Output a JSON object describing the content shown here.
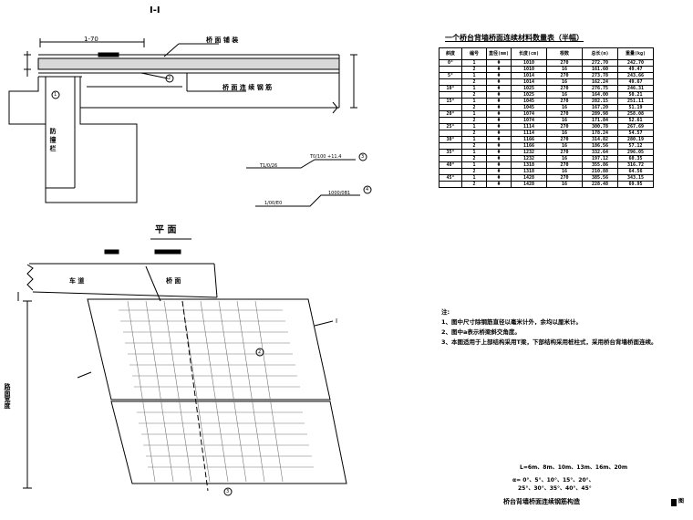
{
  "views": {
    "section_title": "I-I",
    "plan_title": "平 面",
    "section_labels": {
      "top_pavement": "桥 面 铺 装",
      "deck_joint": "桥 面 连 续 钢 筋",
      "vertical_label": "防 撞 栏",
      "dim_top": "1-70",
      "slope_1": "T1/0/26",
      "slope_1b": "T0/100 +11.4",
      "slope_2": "1/00/E0",
      "slope_2b": "1000/0B1",
      "callout_1": "1",
      "callout_2": "2",
      "callout_3": "3",
      "callout_4": "4"
    },
    "plan_labels": {
      "left_region": "车 道",
      "right_region": "桥 面",
      "section_mark": "I",
      "total_dim": "路面宽度",
      "callout_a": "2",
      "callout_b": "3"
    }
  },
  "table": {
    "title": "一个桥台背墙桥面连续材料数量表（半幅）",
    "headers": [
      "斜度",
      "编号",
      "直径(mm)",
      "长度(cm)",
      "根数",
      "总长(m)",
      "重量(kg)"
    ],
    "rows": [
      [
        "0°",
        "1",
        "Φ",
        "1010",
        "270",
        "272.70",
        "242.70"
      ],
      [
        "",
        "2",
        "Φ",
        "1010",
        "16",
        "161.60",
        "49.47"
      ],
      [
        "5°",
        "1",
        "Φ",
        "1014",
        "270",
        "273.78",
        "243.66"
      ],
      [
        "",
        "2",
        "Φ",
        "1014",
        "16",
        "162.24",
        "49.67"
      ],
      [
        "10°",
        "1",
        "Φ",
        "1025",
        "270",
        "276.75",
        "246.31"
      ],
      [
        "",
        "2",
        "Φ",
        "1025",
        "16",
        "164.00",
        "50.21"
      ],
      [
        "15°",
        "1",
        "Φ",
        "1045",
        "270",
        "282.15",
        "251.11"
      ],
      [
        "",
        "2",
        "Φ",
        "1045",
        "16",
        "167.20",
        "51.19"
      ],
      [
        "20°",
        "1",
        "Φ",
        "1074",
        "270",
        "289.98",
        "258.08"
      ],
      [
        "",
        "2",
        "Φ",
        "1074",
        "16",
        "171.84",
        "52.61"
      ],
      [
        "25°",
        "1",
        "Φ",
        "1114",
        "270",
        "300.78",
        "267.69"
      ],
      [
        "",
        "2",
        "Φ",
        "1114",
        "16",
        "178.24",
        "54.57"
      ],
      [
        "30°",
        "1",
        "Φ",
        "1166",
        "270",
        "314.82",
        "280.19"
      ],
      [
        "",
        "2",
        "Φ",
        "1166",
        "16",
        "186.56",
        "57.12"
      ],
      [
        "35°",
        "1",
        "Φ",
        "1232",
        "270",
        "332.64",
        "296.05"
      ],
      [
        "",
        "2",
        "Φ",
        "1232",
        "16",
        "197.12",
        "60.35"
      ],
      [
        "40°",
        "1",
        "Φ",
        "1318",
        "270",
        "355.86",
        "316.72"
      ],
      [
        "",
        "2",
        "Φ",
        "1318",
        "16",
        "210.88",
        "64.56"
      ],
      [
        "45°",
        "1",
        "Φ",
        "1428",
        "270",
        "385.56",
        "343.15"
      ],
      [
        "",
        "2",
        "Φ",
        "1428",
        "16",
        "228.48",
        "69.95"
      ]
    ]
  },
  "notes": {
    "heading": "注:",
    "items": [
      "1、图中尺寸除钢筋直径以毫米计外，余均以厘米计。",
      "2、图中a表示桥梁斜交角度。",
      "3、本图适用于上部结构采用T梁，下部结构采用桩柱式，采用桥台背墙桥面连续。"
    ]
  },
  "footer": {
    "spec_line_1": "L=6m、8m、10m、13m、16m、20m",
    "spec_line_2": "α= 0°、5°、10°、15°、20°、",
    "spec_line_3": "25°、30°、35°、40°、45°",
    "drawing_title": "桥台背墙桥面连续钢筋构造",
    "sheet_no": "图"
  }
}
